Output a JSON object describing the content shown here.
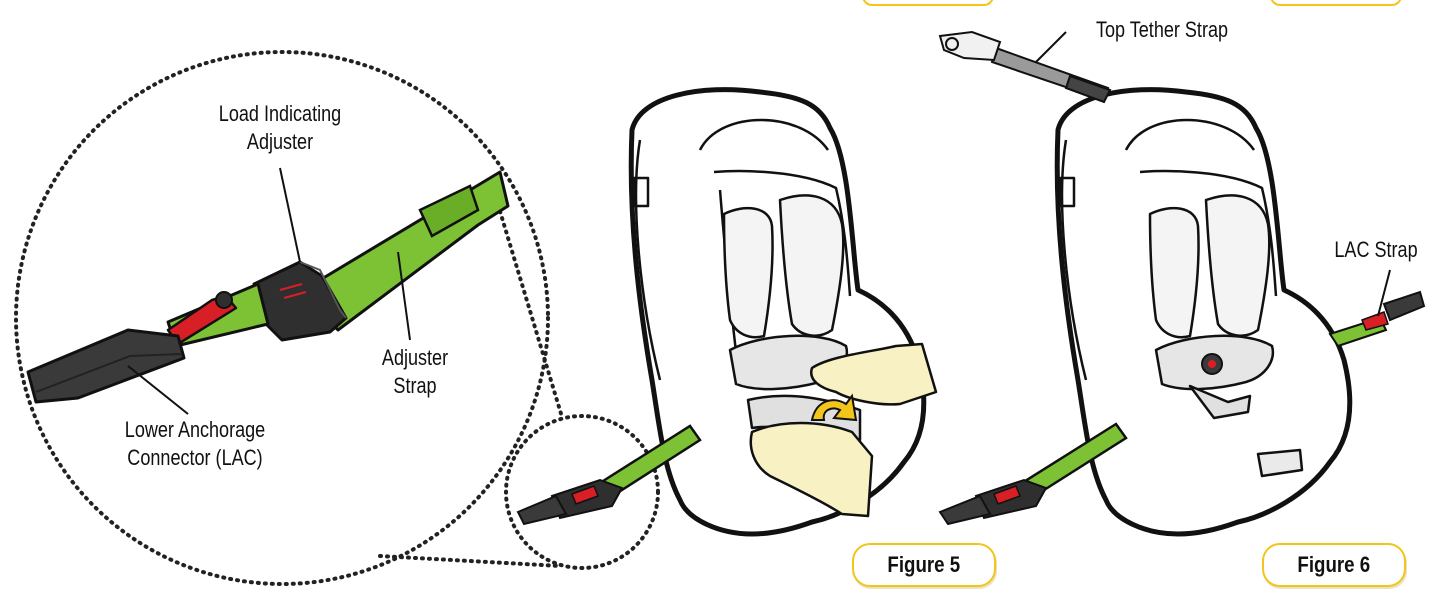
{
  "labels": {
    "load_indicating_adjuster": "Load Indicating\nAdjuster",
    "adjuster_strap": "Adjuster\nStrap",
    "lower_anchorage_connector": "Lower Anchorage\nConnector (LAC)",
    "top_tether_strap": "Top Tether Strap",
    "lac_strap": "LAC Strap"
  },
  "figures": {
    "figure5": "Figure 5",
    "figure6": "Figure 6"
  },
  "colors": {
    "strap_green": "#7cc234",
    "latch_red": "#d81f26",
    "connector_dark": "#3a3a3a",
    "callout_yellow": "#f2c51a",
    "hand_yellow": "#f7f1c4"
  }
}
